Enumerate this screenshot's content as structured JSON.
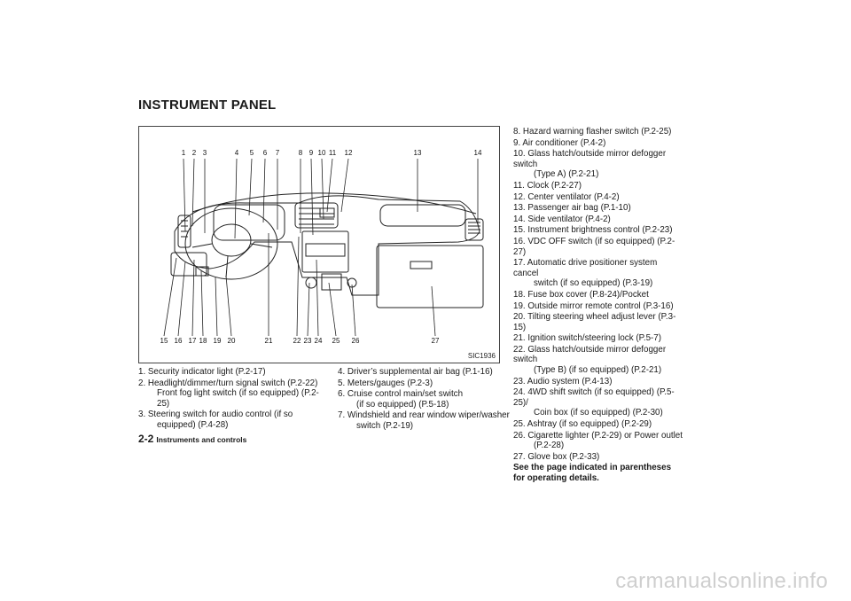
{
  "heading": "INSTRUMENT PANEL",
  "figure": {
    "code": "SIC1936",
    "top_numbers": [
      "1",
      "2",
      "3",
      "4",
      "5",
      "6",
      "7",
      "8",
      "9",
      "10",
      "11",
      "12",
      "13",
      "14"
    ],
    "bottom_numbers": [
      "15",
      "16",
      "17",
      "18",
      "19",
      "20",
      "21",
      "22",
      "23",
      "24",
      "25",
      "26",
      "27"
    ]
  },
  "column1": [
    {
      "num": "1.",
      "text": "Security indicator light (P.2-17)"
    },
    {
      "num": "2.",
      "text": "Headlight/dimmer/turn signal switch (P.2-22)",
      "cont": "Front fog light switch (if so equipped) (P.2-25)"
    },
    {
      "num": "3.",
      "text": "Steering switch for audio control (if so",
      "cont": "equipped) (P.4-28)"
    }
  ],
  "column2": [
    {
      "num": "4.",
      "text": "Driver’s supplemental air bag (P.1-16)"
    },
    {
      "num": "5.",
      "text": "Meters/gauges (P.2-3)"
    },
    {
      "num": "6.",
      "text": "Cruise control main/set switch",
      "cont": "(if so equipped) (P.5-18)"
    },
    {
      "num": "7.",
      "text": "Windshield and rear window wiper/washer",
      "cont": "switch (P.2-19)"
    }
  ],
  "column3": [
    {
      "num": "8.",
      "text": "Hazard warning flasher switch (P.2-25)"
    },
    {
      "num": "9.",
      "text": "Air conditioner (P.4-2)"
    },
    {
      "num": "10.",
      "text": "Glass hatch/outside mirror defogger switch",
      "cont": "(Type A) (P.2-21)"
    },
    {
      "num": "11.",
      "text": "Clock (P.2-27)"
    },
    {
      "num": "12.",
      "text": "Center ventilator (P.4-2)"
    },
    {
      "num": "13.",
      "text": "Passenger air bag (P.1-10)"
    },
    {
      "num": "14.",
      "text": "Side ventilator (P.4-2)"
    },
    {
      "num": "15.",
      "text": "Instrument brightness control (P.2-23)"
    },
    {
      "num": "16.",
      "text": "VDC OFF switch (if so equipped) (P.2-27)"
    },
    {
      "num": "17.",
      "text": "Automatic drive positioner system cancel",
      "cont": "switch (if so equipped) (P.3-19)"
    },
    {
      "num": "18.",
      "text": "Fuse box cover (P.8-24)/Pocket"
    },
    {
      "num": "19.",
      "text": "Outside mirror remote control (P.3-16)"
    },
    {
      "num": "20.",
      "text": "Tilting steering wheel adjust lever (P.3-15)"
    },
    {
      "num": "21.",
      "text": "Ignition switch/steering lock (P.5-7)"
    },
    {
      "num": "22.",
      "text": "Glass hatch/outside mirror defogger switch",
      "cont": "(Type B) (if so equipped) (P.2-21)"
    },
    {
      "num": "23.",
      "text": "Audio system (P.4-13)"
    },
    {
      "num": "24.",
      "text": "4WD shift switch (if so equipped) (P.5-25)/",
      "cont": "Coin box (if so equipped) (P.2-30)"
    },
    {
      "num": "25.",
      "text": "Ashtray (if so equipped) (P.2-29)"
    },
    {
      "num": "26.",
      "text": "Cigarette lighter (P.2-29) or Power outlet",
      "cont": "(P.2-28)"
    },
    {
      "num": "27.",
      "text": "Glove box (P.2-33)"
    }
  ],
  "note": "See the page indicated in parentheses for operating details.",
  "footer": {
    "page": "2-2",
    "section": "Instruments and controls"
  },
  "watermark": "carmanualsonline.info"
}
